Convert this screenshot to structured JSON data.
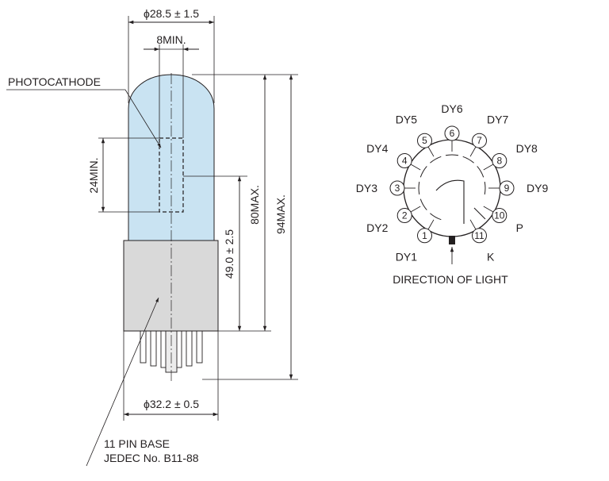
{
  "tube": {
    "dim_bulb_dia": "ϕ28.5 ± 1.5",
    "dim_window": "8MIN.",
    "dim_cathode_height": "24MIN.",
    "dim_center": "49.0 ± 2.5",
    "dim_80max": "80MAX.",
    "dim_94max": "94MAX.",
    "dim_base_dia": "ϕ32.2 ± 0.5",
    "label_photocathode": "PHOTOCATHODE",
    "base_line1": "11 PIN BASE",
    "base_line2": "JEDEC No. B11-88",
    "colors": {
      "bulb": "#c9e3f2",
      "base": "#d9d9d9",
      "ink": "#231f20"
    }
  },
  "pinout": {
    "pins": [
      {
        "num": "1",
        "label": "DY1"
      },
      {
        "num": "2",
        "label": "DY2"
      },
      {
        "num": "3",
        "label": "DY3"
      },
      {
        "num": "4",
        "label": "DY4"
      },
      {
        "num": "5",
        "label": "DY5"
      },
      {
        "num": "6",
        "label": "DY6"
      },
      {
        "num": "7",
        "label": "DY7"
      },
      {
        "num": "8",
        "label": "DY8"
      },
      {
        "num": "9",
        "label": "DY9"
      },
      {
        "num": "10",
        "label": "P"
      },
      {
        "num": "11",
        "label": "K"
      }
    ],
    "direction_label": "DIRECTION OF LIGHT"
  }
}
